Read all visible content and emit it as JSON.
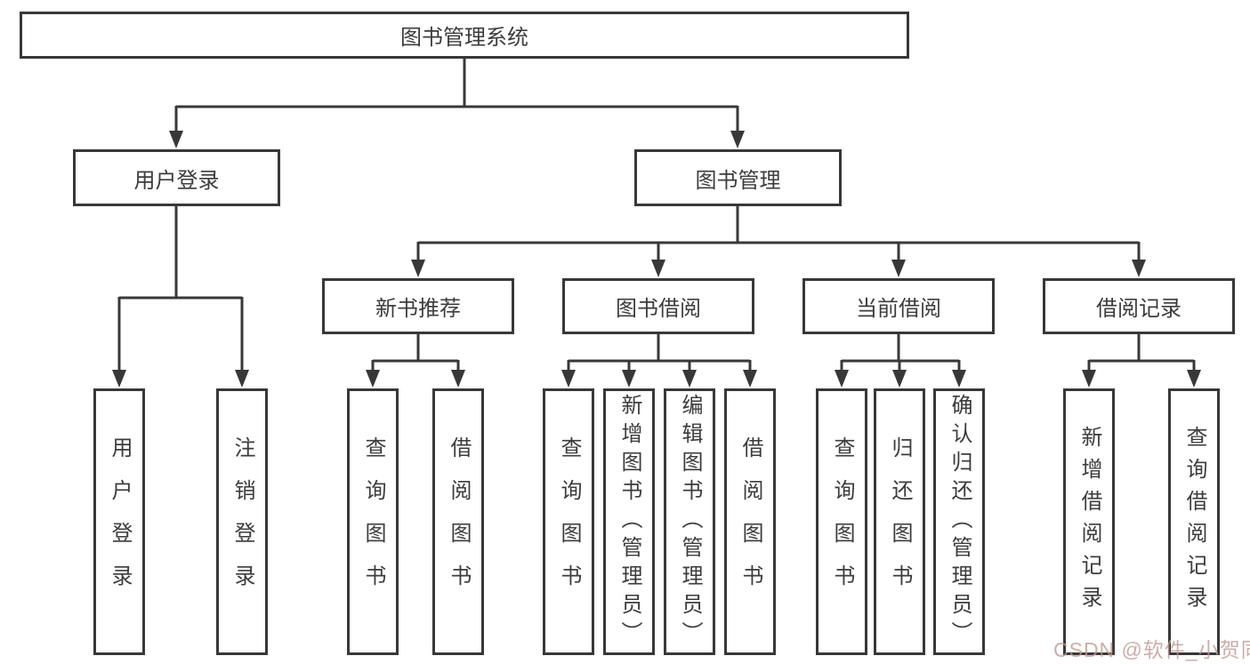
{
  "tree": {
    "root": {
      "label": "图书管理系统"
    },
    "children": [
      {
        "label": "用户登录",
        "children": [
          {
            "label": "用户登录"
          },
          {
            "label": "注销登录"
          }
        ]
      },
      {
        "label": "图书管理",
        "children": [
          {
            "label": "新书推荐",
            "children": [
              {
                "label": "查询图书"
              },
              {
                "label": "借阅图书"
              }
            ]
          },
          {
            "label": "图书借阅",
            "children": [
              {
                "label": "查询图书"
              },
              {
                "label": "新增图书（管理员）"
              },
              {
                "label": "编辑图书（管理员）"
              },
              {
                "label": "借阅图书"
              }
            ]
          },
          {
            "label": "当前借阅",
            "children": [
              {
                "label": "查询图书"
              },
              {
                "label": "归还图书"
              },
              {
                "label": "确认归还（管理员）"
              }
            ]
          },
          {
            "label": "借阅记录",
            "children": [
              {
                "label": "新增借阅记录"
              },
              {
                "label": "查询借阅记录"
              }
            ]
          }
        ]
      }
    ]
  },
  "watermark": {
    "text": "CSDN @软件_小贺同学"
  },
  "colors": {
    "line": "#383838",
    "text": "#3c3c3c",
    "watermark": "rgba(193,152,148,0.8)",
    "background": "#ffffff"
  }
}
